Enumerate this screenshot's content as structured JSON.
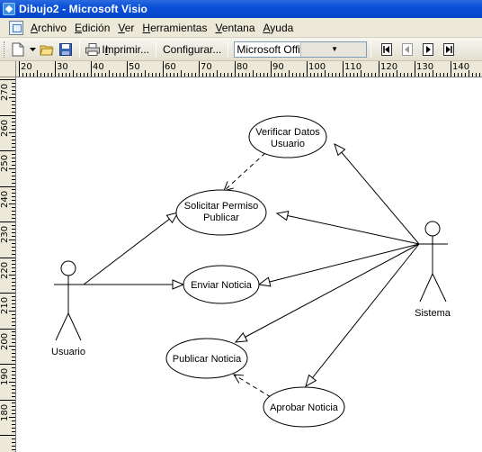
{
  "window": {
    "title": "Dibujo2 - Microsoft Visio"
  },
  "menu": [
    {
      "label": "Archivo",
      "key": "A",
      "rest": "rchivo"
    },
    {
      "label": "Edición",
      "key": "E",
      "rest": "dición"
    },
    {
      "label": "Ver",
      "key": "V",
      "rest": "er"
    },
    {
      "label": "Herramientas",
      "key": "H",
      "rest": "erramientas"
    },
    {
      "label": "Ventana",
      "key": "V",
      "rest": "entana"
    },
    {
      "label": "Ayuda",
      "key": "A",
      "rest": "yuda"
    }
  ],
  "toolbar": {
    "print_label": "Imprimir...",
    "configure_label": "Configurar...",
    "printer_combo": "Microsoft Office Document :"
  },
  "rulers": {
    "horizontal": [
      "20",
      "30",
      "40",
      "50",
      "60",
      "70",
      "80",
      "90",
      "100",
      "110",
      "120",
      "130",
      "140"
    ],
    "vertical": [
      "270",
      "260",
      "250",
      "240",
      "230",
      "220",
      "210",
      "200",
      "190",
      "180"
    ]
  },
  "diagram": {
    "actors": [
      {
        "id": "usuario",
        "label": "Usuario"
      },
      {
        "id": "sistema",
        "label": "Sistema"
      }
    ],
    "use_cases": [
      {
        "id": "verificar",
        "lines": [
          "Verificar Datos",
          "Usuario"
        ]
      },
      {
        "id": "solicitar",
        "lines": [
          "Solicitar Permiso",
          "Publicar"
        ]
      },
      {
        "id": "enviar",
        "lines": [
          "Enviar Noticia"
        ]
      },
      {
        "id": "publicar",
        "lines": [
          "Publicar Noticia"
        ]
      },
      {
        "id": "aprobar",
        "lines": [
          "Aprobar Noticia"
        ]
      }
    ]
  },
  "colors": {
    "titlebar": "#0a50d8",
    "chrome": "#ece9d8",
    "canvas": "#ffffff",
    "line": "#000000"
  }
}
